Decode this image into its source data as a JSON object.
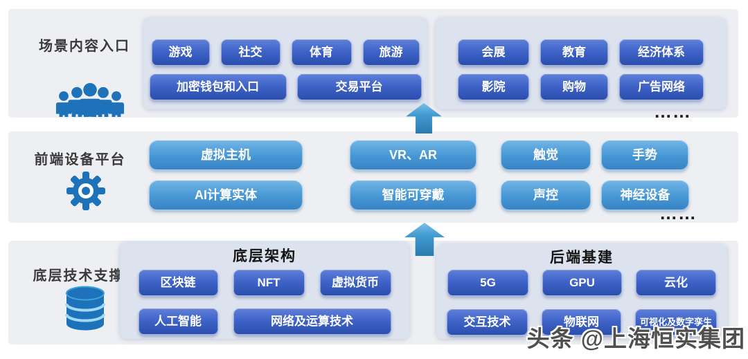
{
  "layers": {
    "scene": {
      "label": "场景内容入口",
      "more": "……",
      "left_panel": {
        "row1": [
          "游戏",
          "社交",
          "体育",
          "旅游"
        ],
        "row2": [
          "加密钱包和入口",
          "交易平台"
        ]
      },
      "right_panel": {
        "row1": [
          "会展",
          "教育",
          "经济体系"
        ],
        "row2": [
          "影院",
          "购物",
          "广告网络"
        ]
      }
    },
    "frontend": {
      "label": "前端设备平台",
      "more": "……",
      "col1": [
        "虚拟主机",
        "AI计算实体"
      ],
      "col2": [
        "VR、AR",
        "智能可穿戴"
      ],
      "col3": [
        "触觉",
        "声控"
      ],
      "col4": [
        "手势",
        "神经设备"
      ]
    },
    "base": {
      "label": "底层技术支撑",
      "left_panel": {
        "title": "底层架构",
        "row1": [
          "区块链",
          "NFT",
          "虚拟货币"
        ],
        "row2": [
          "人工智能",
          "网络及运算技术"
        ]
      },
      "right_panel": {
        "title": "后端基建",
        "row1": [
          "5G",
          "GPU",
          "云化"
        ],
        "row2": [
          "交互技术",
          "物联网",
          "可视化及数字孪生"
        ]
      }
    }
  },
  "watermark": "头条 @上海恒实集团",
  "colors": {
    "dark_button": "#3f63c8",
    "light_button": "#4696d4",
    "band_bg": "#edeff2",
    "panel_bg": "#dce2ee",
    "arrow": "#409ad0",
    "icon_blue": "#1e72ba"
  }
}
